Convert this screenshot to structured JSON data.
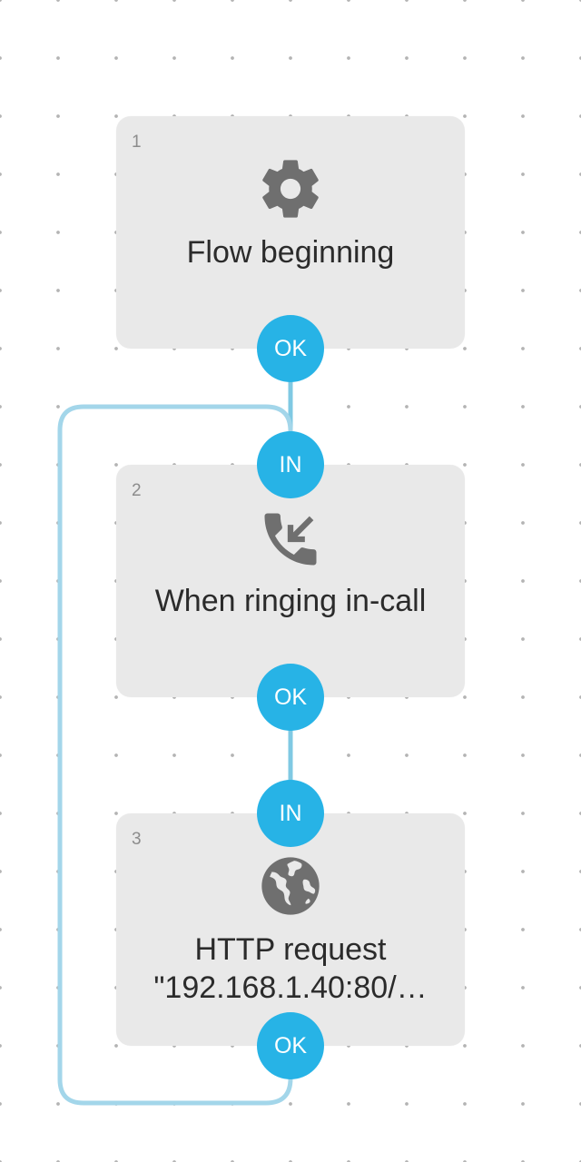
{
  "blocks": [
    {
      "index": "1",
      "icon": "gear-icon",
      "label": "Flow beginning",
      "out_port": "OK"
    },
    {
      "index": "2",
      "icon": "incoming-call-icon",
      "label": "When ringing in-call",
      "in_port": "IN",
      "out_port": "OK"
    },
    {
      "index": "3",
      "icon": "globe-icon",
      "label": "HTTP request\n\"192.168.1.40:80/…",
      "in_port": "IN",
      "out_port": "OK"
    }
  ],
  "colors": {
    "port": "#27b3e6",
    "connector": "#7fc9e3",
    "block": "#e9e9e9",
    "icon": "#6f6f6f"
  }
}
